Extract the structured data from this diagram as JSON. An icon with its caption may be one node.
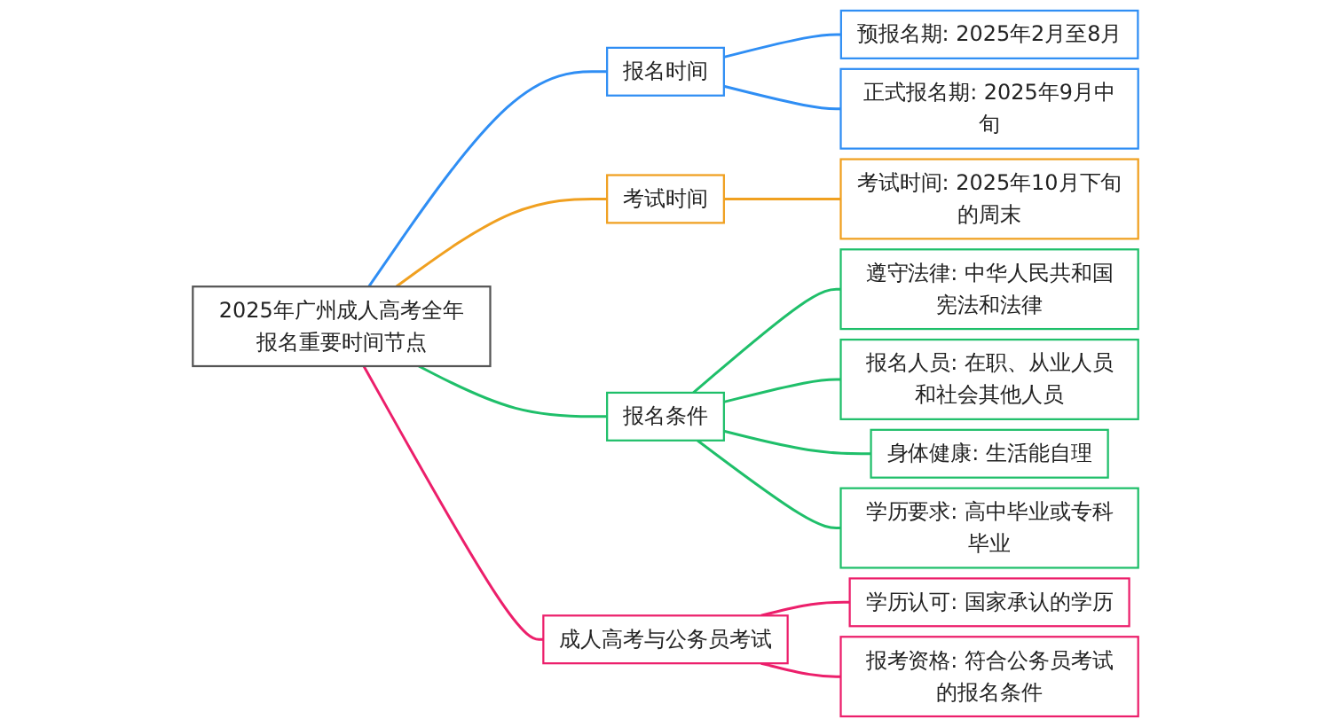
{
  "diagram": {
    "nodes": [
      {
        "text": [
          "2025年广州成人高考全年报名重要时间节点"
        ]
      },
      {
        "text": [
          "报名时间"
        ]
      },
      {
        "text": [
          "预报名期: 2025年2月至8月"
        ]
      },
      {
        "text": [
          "正式报名期: 2025年9月中旬"
        ]
      },
      {
        "text": [
          "考试时间"
        ]
      },
      {
        "text": [
          "考试时间: 2025年10月下旬的周末"
        ]
      },
      {
        "text": [
          "报名条件"
        ]
      },
      {
        "text": [
          "遵守法律: 中华人民共和国宪法和法律"
        ]
      },
      {
        "text": [
          "报名人员: 在职、从业人员和社会其他人员"
        ]
      },
      {
        "text": [
          "身体健康: 生活能自理"
        ]
      },
      {
        "text": [
          "学历要求: 高中毕业或专科毕业"
        ]
      },
      {
        "text": [
          "成人高考与公务员考试"
        ]
      },
      {
        "text": [
          "学历认可: 国家承认的学历"
        ]
      },
      {
        "text": [
          "报考资格: 符合公务员考试的报名条件"
        ]
      }
    ],
    "edges": [
      {
        "from": 0,
        "to": 1,
        "arrow": "none",
        "color": "#2f8ef4"
      },
      {
        "from": 1,
        "to": 2,
        "arrow": "none",
        "color": "#2f8ef4"
      },
      {
        "from": 1,
        "to": 3,
        "arrow": "none",
        "color": "#2f8ef4"
      },
      {
        "from": 0,
        "to": 4,
        "arrow": "none",
        "color": "#f0a020"
      },
      {
        "from": 4,
        "to": 5,
        "arrow": "none",
        "color": "#f0a020"
      },
      {
        "from": 0,
        "to": 6,
        "arrow": "none",
        "color": "#1fbf6a"
      },
      {
        "from": 6,
        "to": 7,
        "arrow": "none",
        "color": "#1fbf6a"
      },
      {
        "from": 6,
        "to": 8,
        "arrow": "none",
        "color": "#1fbf6a"
      },
      {
        "from": 6,
        "to": 9,
        "arrow": "none",
        "color": "#1fbf6a"
      },
      {
        "from": 6,
        "to": 10,
        "arrow": "none",
        "color": "#1fbf6a"
      },
      {
        "from": 0,
        "to": 11,
        "arrow": "none",
        "color": "#ec1f6b"
      },
      {
        "from": 11,
        "to": 12,
        "arrow": "none",
        "color": "#ec1f6b"
      },
      {
        "from": 11,
        "to": 13,
        "arrow": "none",
        "color": "#ec1f6b"
      }
    ]
  }
}
